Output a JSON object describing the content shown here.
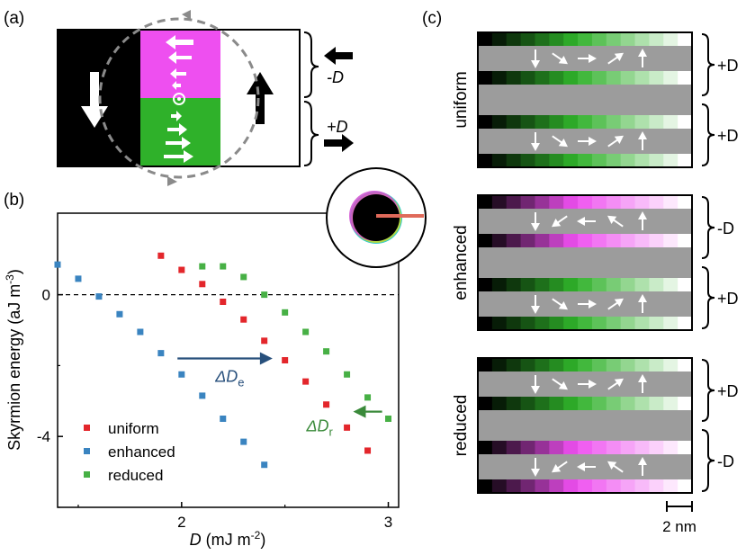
{
  "panel_labels": {
    "a": "(a)",
    "b": "(b)",
    "c": "(c)"
  },
  "panel_a": {
    "bracket_top_label": "-D",
    "bracket_bottom_label": "+D",
    "colors": {
      "left": "#000000",
      "magenta": "#ee4ff0",
      "green": "#2fb12a",
      "right": "#ffffff",
      "loop": "#8a8a8a"
    }
  },
  "chart_data": {
    "type": "scatter",
    "xlabel": "D (mJ m-2)",
    "ylabel": "Skyrmion energy (aJ m-3)",
    "xlim": [
      1.4,
      3.05
    ],
    "ylim": [
      -6.0,
      2.3
    ],
    "xticks": [
      2,
      3
    ],
    "yticks": [
      0,
      -4
    ],
    "xtick_labels": [
      "2",
      "3"
    ],
    "ytick_labels": [
      "0",
      "-4"
    ],
    "zero_line": "dashed",
    "legend_position": "bottom-left",
    "series": [
      {
        "name": "uniform",
        "color": "#e3262b",
        "x": [
          1.9,
          2.0,
          2.1,
          2.2,
          2.3,
          2.4,
          2.5,
          2.6,
          2.7,
          2.8,
          2.9
        ],
        "y": [
          1.1,
          0.7,
          0.3,
          -0.2,
          -0.7,
          -1.3,
          -1.85,
          -2.45,
          -3.1,
          -3.75,
          -4.4
        ]
      },
      {
        "name": "enhanced",
        "color": "#3a84c0",
        "x": [
          1.4,
          1.5,
          1.6,
          1.7,
          1.8,
          1.9,
          2.0,
          2.1,
          2.2,
          2.3,
          2.4
        ],
        "y": [
          0.85,
          0.45,
          -0.05,
          -0.55,
          -1.05,
          -1.65,
          -2.25,
          -2.85,
          -3.5,
          -4.15,
          -4.8
        ]
      },
      {
        "name": "reduced",
        "color": "#47b045",
        "x": [
          2.1,
          2.2,
          2.3,
          2.4,
          2.5,
          2.6,
          2.7,
          2.8,
          2.9,
          3.0
        ],
        "y": [
          0.8,
          0.8,
          0.5,
          0.0,
          -0.5,
          -1.05,
          -1.6,
          -2.25,
          -2.9,
          -3.5
        ]
      }
    ],
    "annotations": [
      {
        "text": "ΔDe",
        "from_x": 1.98,
        "to_x": 2.44,
        "y": -1.8,
        "color": "#28507c"
      },
      {
        "text": "ΔDr",
        "from_x": 2.97,
        "to_x": 2.83,
        "y": -3.3,
        "color": "#3a8a3a"
      }
    ],
    "inset": "skyrmion-ring"
  },
  "panel_c": {
    "labels": [
      "uniform",
      "enhanced",
      "reduced"
    ],
    "signs": {
      "uniform": [
        "+D",
        "+D"
      ],
      "enhanced": [
        "-D",
        "+D"
      ],
      "reduced": [
        "+D",
        "-D"
      ]
    },
    "scale_bar": "2 nm"
  }
}
